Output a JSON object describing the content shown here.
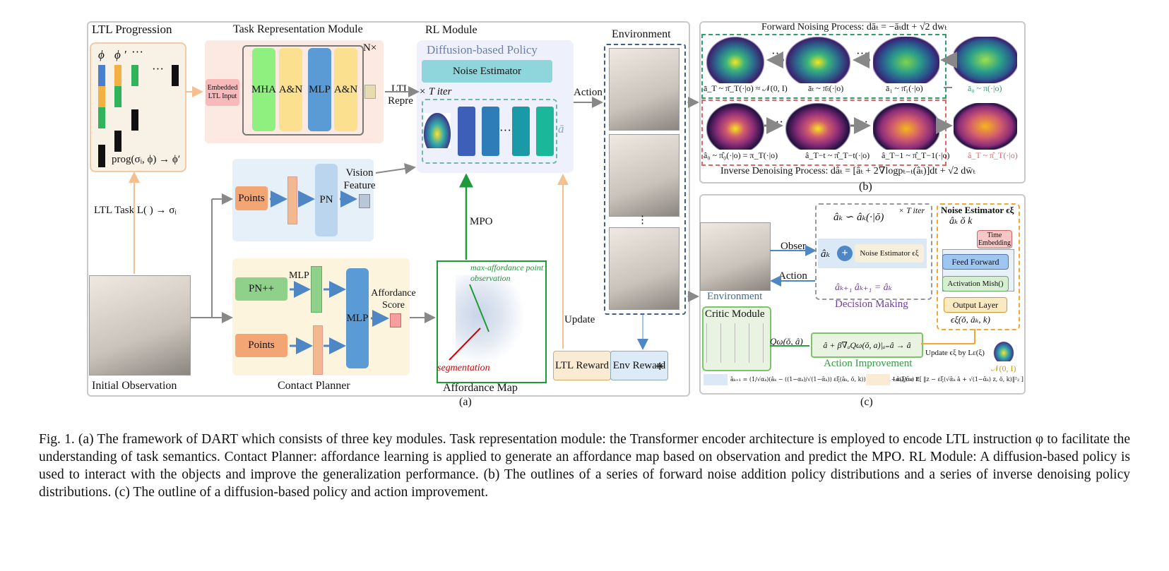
{
  "panel_a": {
    "ltl_progression": {
      "title": "LTL Progression",
      "phi": "ϕ",
      "phi_prime": "ϕ ′",
      "dots_top": "···",
      "dots_right": "···",
      "formula": "prog(σᵢ, ϕ) → ϕ′"
    },
    "task_repr": {
      "title": "Task Representation Module",
      "nx": "N×",
      "embedded": "Embedded LTL Input",
      "mha": "MHA",
      "an1": "A&N",
      "mlp": "MLP",
      "an2": "A&N",
      "ltl_repre": "LTL Repre"
    },
    "rl_module": {
      "title": "RL Module",
      "policy": "Diffusion-based Policy",
      "noise_estimator": "Noise Estimator",
      "iter": "× T  iter",
      "output": "ā",
      "dots": "···"
    },
    "environment": {
      "title": "Environment",
      "action": "Action",
      "dots": "⋮"
    },
    "ltl_task": "LTL Task L(  ) → σᵢ",
    "vision": {
      "points": "Points",
      "pn": "PN",
      "feature": "Vision Feature"
    },
    "contact": {
      "title": "Contact Planner",
      "pnpp": "PN++",
      "mlp_small": "MLP",
      "mlp_big": "MLP",
      "points": "Points",
      "affordance": "Affordance Score"
    },
    "mpo": "MPO",
    "affordance_map": {
      "title": "Affordance Map",
      "max_affordance": "max-affordance point observation",
      "segmentation": "segmentation"
    },
    "update": "Update",
    "ltl_reward": "LTL Reward",
    "env_reward": "Env Reward",
    "plus": "+",
    "initial_obs": "Initial Observation",
    "label": "(a)"
  },
  "panel_b": {
    "forward": "Forward Noising Process: dāₜ = −āₜdt + √2 dwₜ",
    "inverse": "Inverse Denoising Process: dâₜ = [âₜ + 2∇logpₜ₋ₜ(âₜ)]dt + √2 dw̄ₜ",
    "f1": "ā_T ~ π̄_T(·|o) ≈ 𝒩(0, I)",
    "f2": "āₜ ~ π̄ₜ(·|o)",
    "f3": "ā₁ ~ π̄₁(·|o)",
    "f4": "ā₀ ~ π(·|o)",
    "i1": "â₀ ~ π̂₀(·|o) = π_T(·|o)",
    "i2": "â_T−t ~ π̂_T−t(·|o)",
    "i3": "â_T−1 ~ π̂_T−1(·|o)",
    "i4": "â_T ~ π̂_T(·|o)",
    "dots": "···",
    "label": "(b)"
  },
  "panel_c": {
    "obser": "Obser",
    "action": "Action",
    "environment": "Environment",
    "dm_top": "âₖ ∽ âₖ(·|ŏ)",
    "iter": "× T  iter",
    "dm_noise": "Noise Estimator ϵξ",
    "dm_ak": "âₖ",
    "dm_bottom": "âₖ₊₁ âₖ₊₁ = âₖ",
    "decision": "Decision Making",
    "ne_title": "Noise Estimator ϵξ",
    "ne_inputs": "âₖ   ŏ   k",
    "time_emb": "Time Embedding",
    "feed_forward": "Feed Forward",
    "mish": "Activation Mish()",
    "output_layer": "Output Layer",
    "eps_out": "ϵξ(ŏ, âₖ, k)",
    "critic": "Critic Module",
    "q": "Qω(ŏ, â)",
    "improve_eq": "â + β∇ₐQω(ŏ, a)|ₐ₌â → â",
    "improve": "Action Improvement",
    "update_eps": "Update ϵξ by Lε(ξ)",
    "normal": "𝒩(0, I)",
    "eq1": "âₖ₊₁ = (1/√αₖ)(âₖ − ((1−αₖ)/√(1−ᾱₖ)) εξ(âₖ, ŏ, k)) + σ √((1−ᾱₖ)/ᾱₖ) z",
    "eq2": "Lε(ξ) = E[ ‖z − εξ(√ᾱₖ â + √(1−ᾱₖ) z, ŏ, k)‖²₂ ]",
    "label": "(c)"
  },
  "caption": "Fig. 1.  (a) The framework of DART which consists of three key modules. Task representation module: the Transformer encoder architecture is employed to encode LTL instruction φ to facilitate the understanding of task semantics. Contact Planner: affordance learning is applied to generate an affordance map based on observation and predict the MPO. RL Module: A diffusion-based policy is used to interact with the objects and improve the generalization performance. (b) The outlines of a series of forward noise addition policy distributions and a series of inverse denoising policy distributions. (c) The outline of  a diffusion-based policy and action improvement.",
  "colors": {
    "green_box": "#8fd18a",
    "yellow_box": "#f7e29a",
    "blue_box": "#5b9bd5",
    "orange_box": "#f4a574",
    "teal": "#8fd6dc",
    "forward_border": "#2e9e6b",
    "inverse_border": "#e06666"
  }
}
